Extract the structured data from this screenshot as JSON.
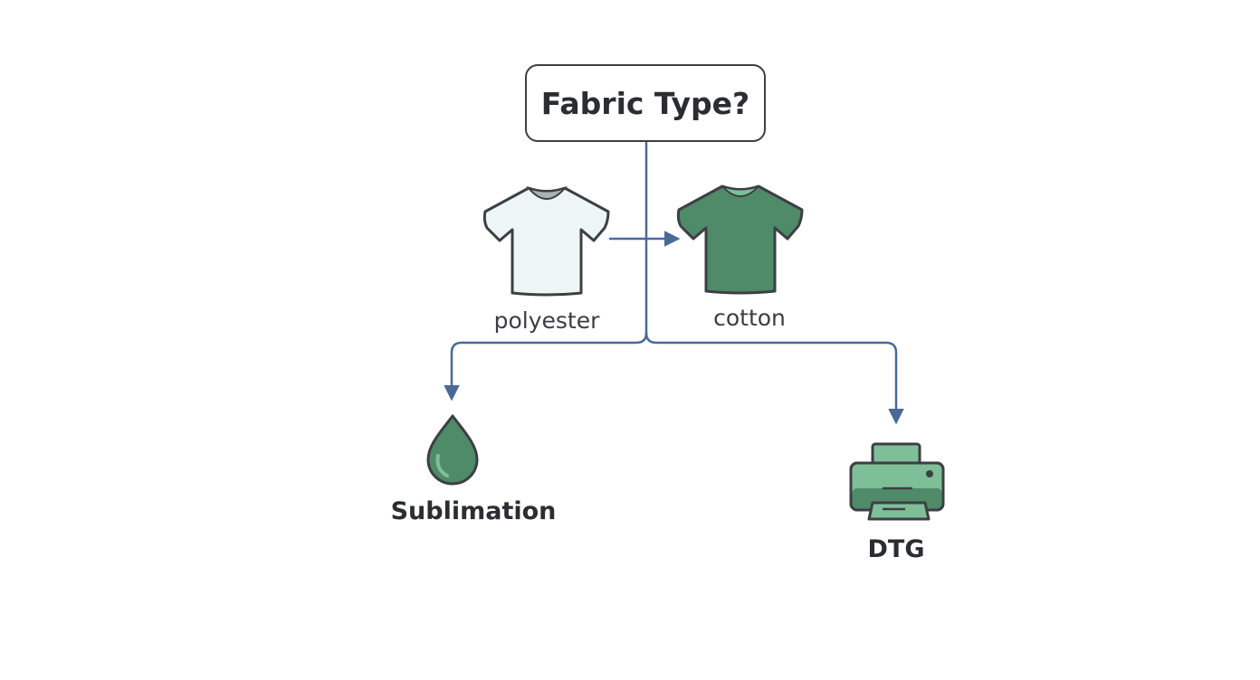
{
  "decision": {
    "label": "Fabric Type?"
  },
  "fabrics": {
    "polyester": {
      "label": "polyester",
      "color": "#eef6f5"
    },
    "cotton": {
      "label": "cotton",
      "color": "#4f8a69"
    }
  },
  "outcomes": {
    "sublimation": {
      "label": "Sublimation",
      "icon": "ink-drop-icon"
    },
    "dtg": {
      "label": "DTG",
      "icon": "printer-icon"
    }
  },
  "colors": {
    "connector": "#4a6a96",
    "outline": "#3c3f44",
    "green_dark": "#4f8a69",
    "green_light": "#7fbf98"
  }
}
